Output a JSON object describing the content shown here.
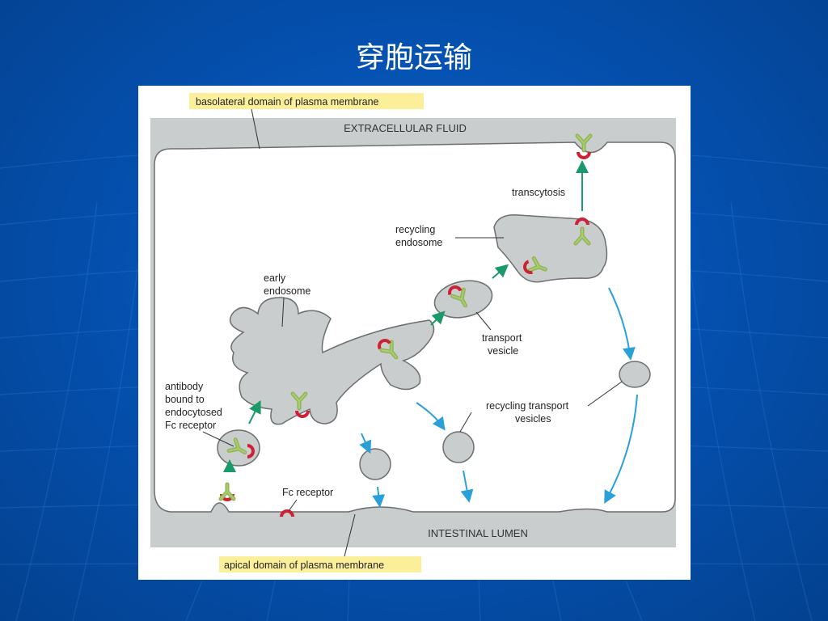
{
  "slide": {
    "title": "穿胞运输"
  },
  "figure": {
    "label_basolateral": "basolateral domain of plasma membrane",
    "label_apical": "apical domain of plasma membrane",
    "zone_extracellular": "EXTRACELLULAR FLUID",
    "zone_lumen": "INTESTINAL LUMEN",
    "label_transcytosis": "transcytosis",
    "label_recycling_endosome": [
      "recycling",
      "endosome"
    ],
    "label_early_endosome": [
      "early",
      "endosome"
    ],
    "label_transport_vesicle": [
      "transport",
      "vesicle"
    ],
    "label_antibody": [
      "antibody",
      "bound to",
      "endocytosed",
      "Fc receptor"
    ],
    "label_recycling_vesicles": [
      "recycling transport",
      "vesicles"
    ],
    "label_fc_receptor": "Fc receptor"
  },
  "colors": {
    "background": "#0552b2",
    "cell_fill": "#c9cdcd",
    "receptor": "#cc2233",
    "antibody": "#9dc061",
    "arrow_green": "#1a9a6a",
    "arrow_blue": "#2aa0d8",
    "label_highlight": "#fbef9a"
  }
}
